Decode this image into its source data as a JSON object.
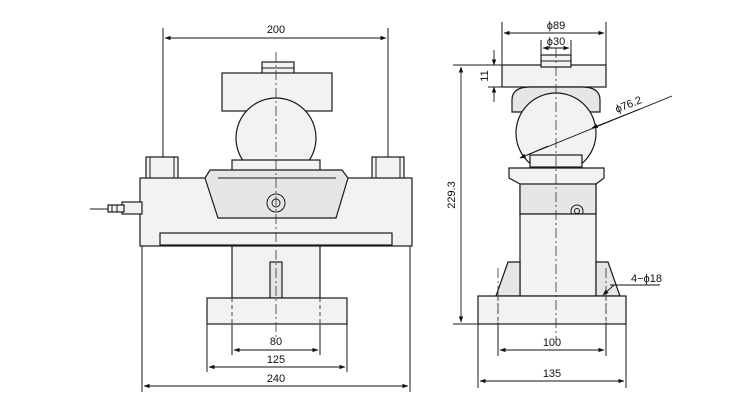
{
  "front_view": {
    "dimensions": {
      "top_width": "200",
      "bolt_spacing": "80",
      "base_inner": "125",
      "overall_width": "240"
    }
  },
  "side_view": {
    "dimensions": {
      "top_plate_dia": "ϕ89",
      "pin_dia": "ϕ30",
      "plate_thickness": "11",
      "ball_dia": "ϕ76.2",
      "total_height": "229.3",
      "mount_holes": "4−ϕ18",
      "bolt_spacing": "100",
      "base_width": "135"
    }
  }
}
